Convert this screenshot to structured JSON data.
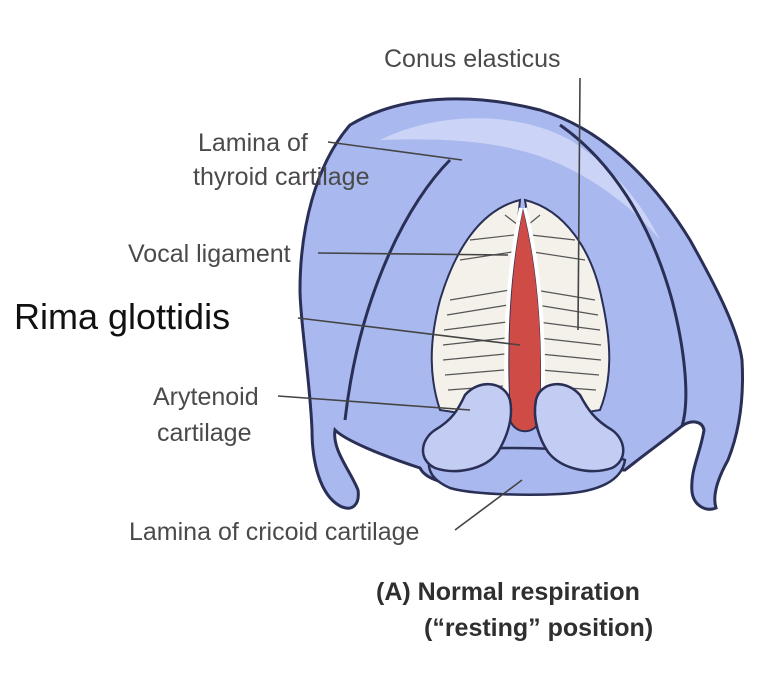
{
  "labels": {
    "conus_elasticus": "Conus elasticus",
    "lamina_thyroid_line1": "Lamina of",
    "lamina_thyroid_line2": "thyroid cartilage",
    "vocal_ligament": "Vocal ligament",
    "rima_glottidis": "Rima glottidis",
    "arytenoid_line1": "Arytenoid",
    "arytenoid_line2": "cartilage",
    "lamina_cricoid": "Lamina of cricoid cartilage"
  },
  "caption": {
    "line1": "(A) Normal respiration",
    "line2": "(“resting” position)"
  },
  "colors": {
    "cartilage": "#a9b8ee",
    "cartilage_light": "#d3dbf8",
    "outline": "#2a2f55",
    "glottis": "#cf4b45",
    "fibers": "#f4f1ea",
    "leader": "#444444"
  }
}
